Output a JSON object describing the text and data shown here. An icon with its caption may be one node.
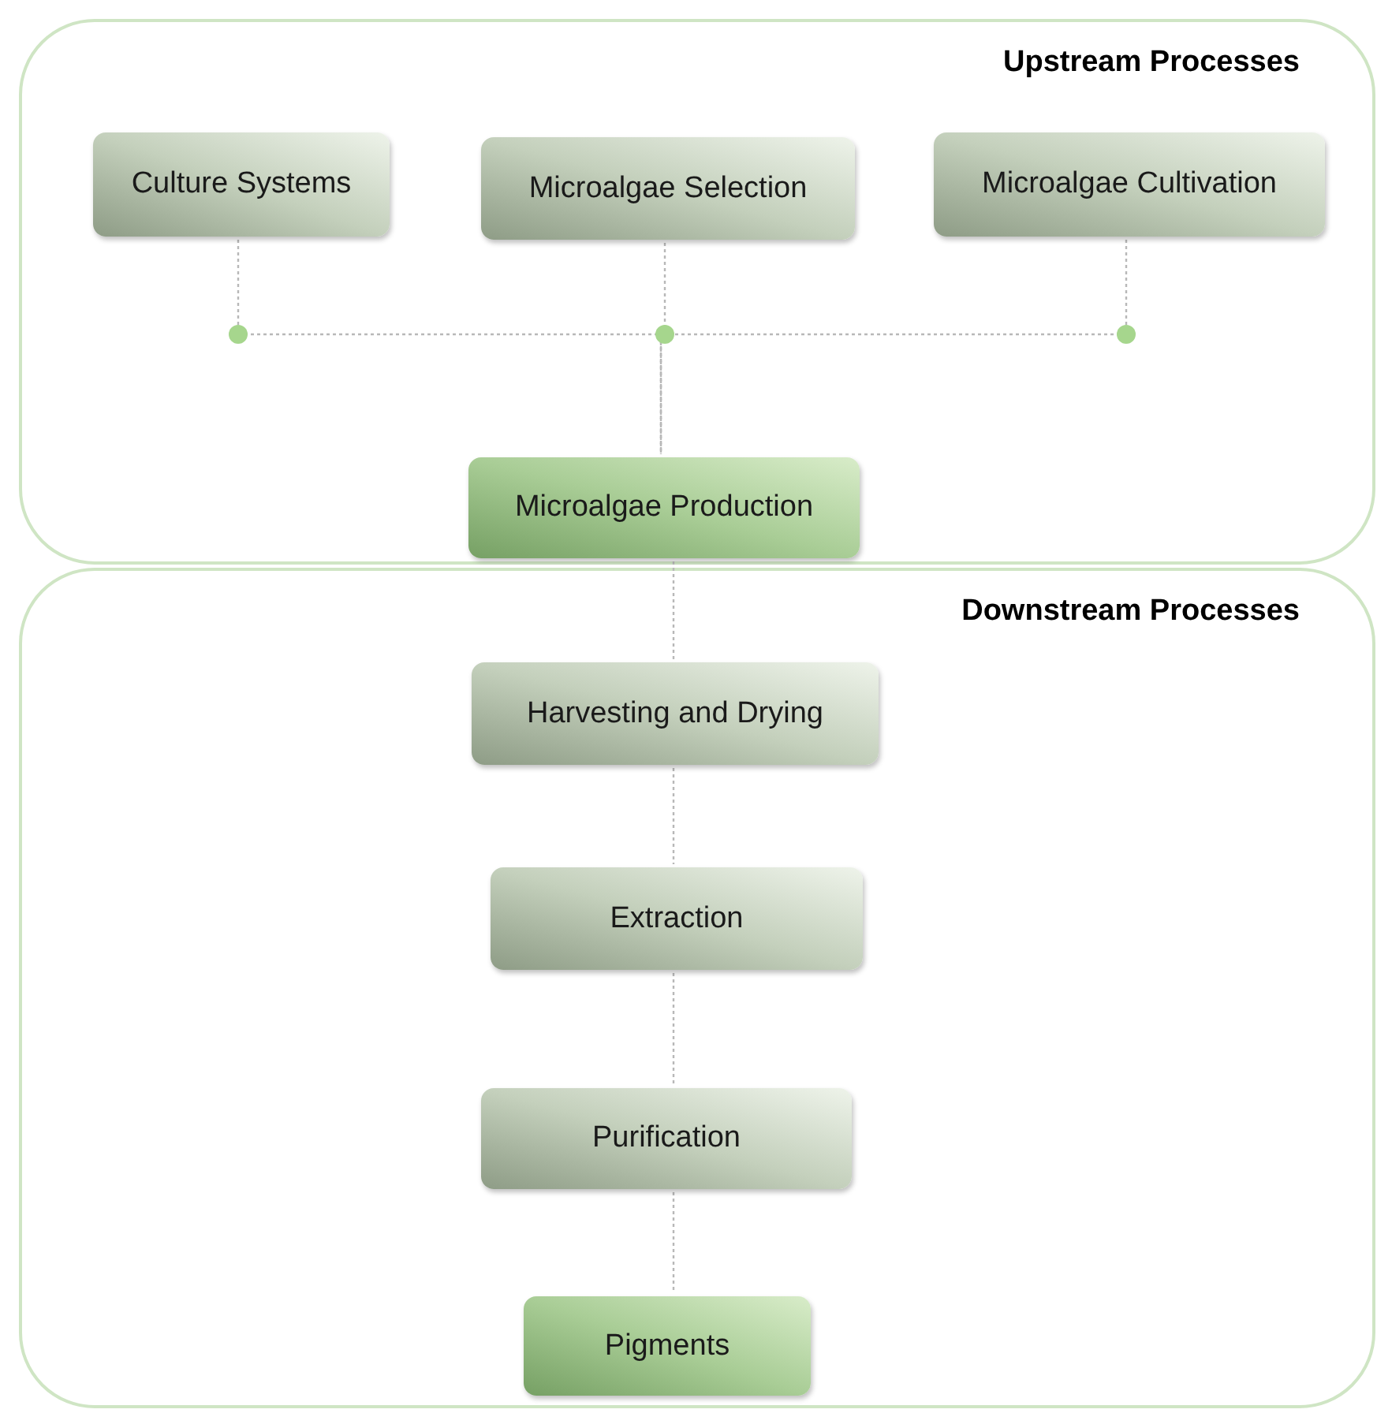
{
  "diagram": {
    "nodes": [
      {
        "text": [
          "Upstream Processes"
        ]
      },
      {
        "text": [
          "Culture Systems"
        ],
        "in": 0
      },
      {
        "text": [
          "Microalgae Selection"
        ],
        "in": 0
      },
      {
        "text": [
          "Microalgae Cultivation"
        ],
        "in": 0
      },
      {
        "text": [
          "Microalgae Production"
        ],
        "in": 0
      },
      {
        "text": [
          "Downstream Processes"
        ]
      },
      {
        "text": [
          "Harvesting and Drying"
        ],
        "in": 5
      },
      {
        "text": [
          "Extraction"
        ],
        "in": 5
      },
      {
        "text": [
          "Purification"
        ],
        "in": 5
      },
      {
        "text": [
          "Pigments"
        ],
        "in": 5
      }
    ],
    "edges": [
      {
        "from": 1,
        "to": 4,
        "arrow": "none"
      },
      {
        "from": 2,
        "to": 4,
        "arrow": "none"
      },
      {
        "from": 3,
        "to": 4,
        "arrow": "none"
      },
      {
        "from": 4,
        "to": 6,
        "arrow": "none"
      },
      {
        "from": 6,
        "to": 7,
        "arrow": "none"
      },
      {
        "from": 7,
        "to": 8,
        "arrow": "none"
      },
      {
        "from": 8,
        "to": 9,
        "arrow": "none"
      }
    ]
  }
}
